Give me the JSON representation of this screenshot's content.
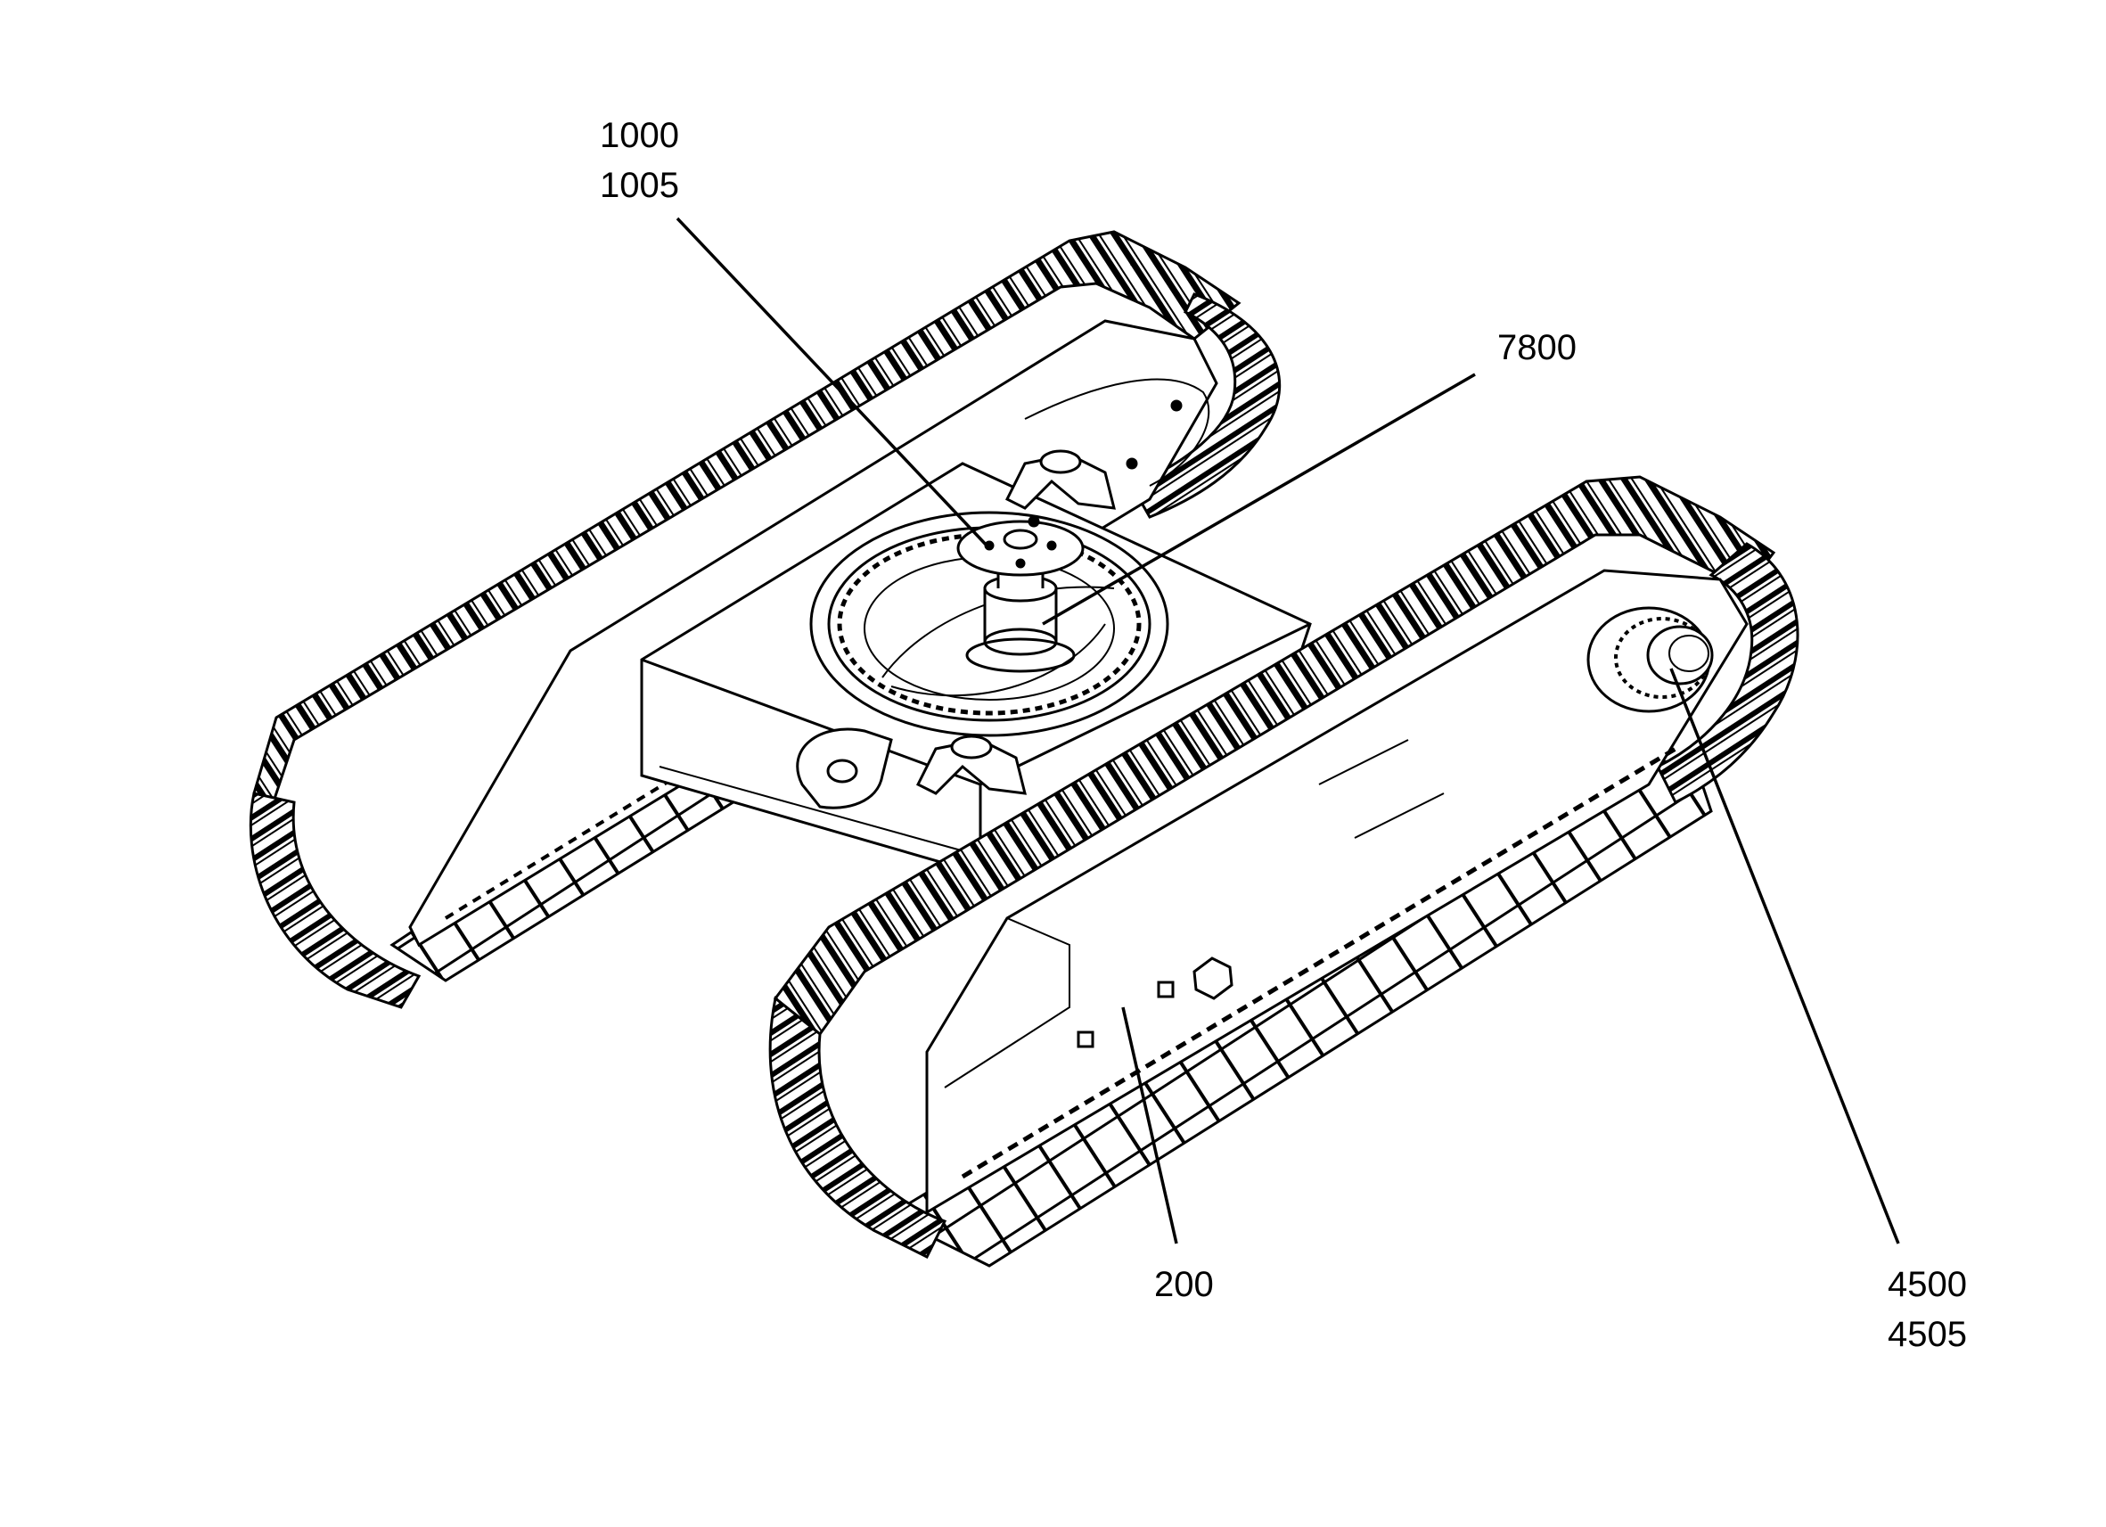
{
  "colors": {
    "ink": "#000000",
    "paper": "#ffffff"
  },
  "callouts": {
    "c1000": {
      "line1": "1000",
      "line2": "1005"
    },
    "c7800": {
      "line1": "7800"
    },
    "c200": {
      "line1": "200"
    },
    "c4500": {
      "line1": "4500",
      "line2": "4505"
    }
  }
}
